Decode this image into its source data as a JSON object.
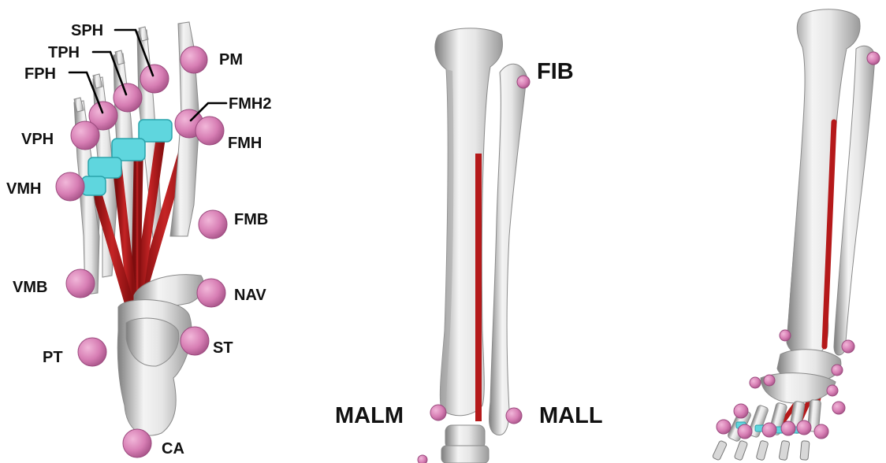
{
  "figure": {
    "panel_foot": {
      "labels": {
        "sph": "SPH",
        "tph": "TPH",
        "fph": "FPH",
        "pm": "PM",
        "fmh2": "FMH2",
        "vph": "VPH",
        "fmh": "FMH",
        "vmh": "VMH",
        "fmb": "FMB",
        "vmb": "VMB",
        "nav": "NAV",
        "pt": "PT",
        "st": "ST",
        "ca": "CA"
      }
    },
    "panel_shank": {
      "labels": {
        "fib": "FIB",
        "malm": "MALM",
        "mall": "MALL"
      }
    },
    "panel_full": {}
  },
  "colors": {
    "bone": "#e2e2e2",
    "bone_shadow": "#8e8e8e",
    "muscle": "#b5191a",
    "marker": "#d77eb4",
    "joint": "#5fd6de",
    "text": "#111111"
  }
}
